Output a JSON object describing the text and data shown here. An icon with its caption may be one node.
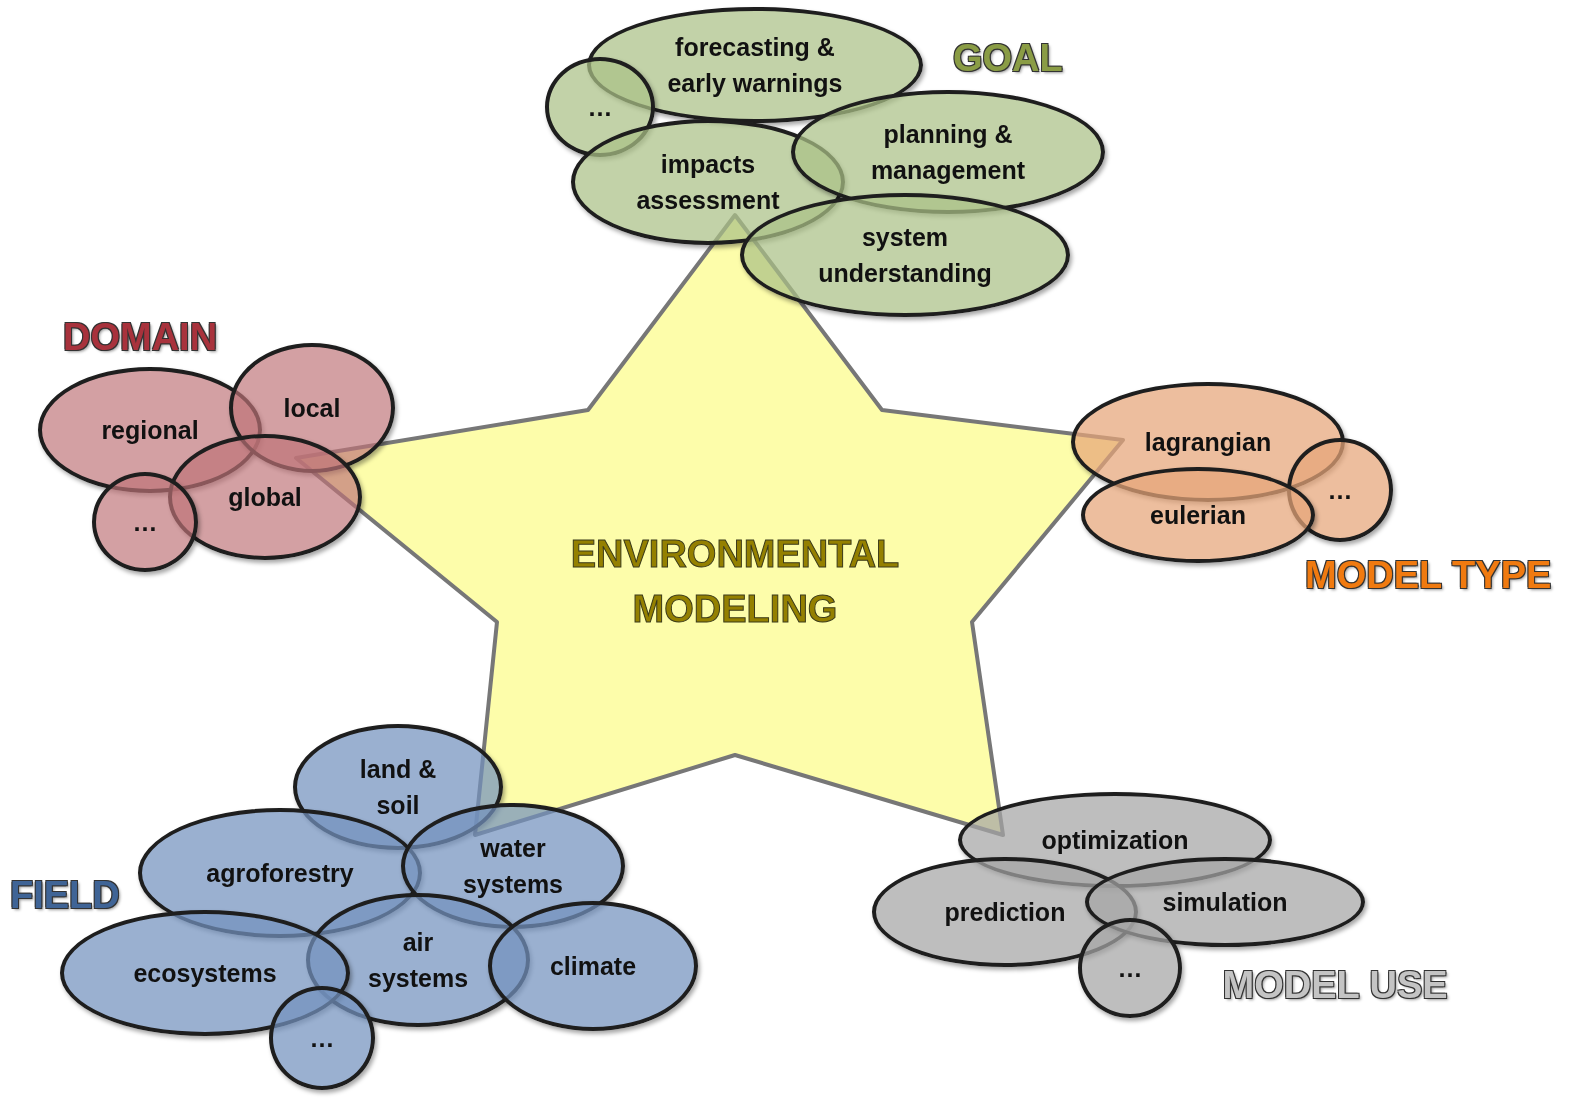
{
  "diagram": {
    "nodes": [
      {
        "text": [
          "ENVIRONMENTAL MODELING"
        ]
      },
      {
        "text": [
          "forecasting & early warnings"
        ]
      },
      {
        "text": [
          "…"
        ]
      },
      {
        "text": [
          "impacts assessment"
        ]
      },
      {
        "text": [
          "planning & management"
        ]
      },
      {
        "text": [
          "system understanding"
        ]
      },
      {
        "text": [
          "regional"
        ]
      },
      {
        "text": [
          "local"
        ]
      },
      {
        "text": [
          "global"
        ]
      },
      {
        "text": [
          "…"
        ]
      },
      {
        "text": [
          "lagrangian"
        ]
      },
      {
        "text": [
          "…"
        ]
      },
      {
        "text": [
          "eulerian"
        ]
      },
      {
        "text": [
          "land & soil"
        ]
      },
      {
        "text": [
          "agroforestry"
        ]
      },
      {
        "text": [
          "water systems"
        ]
      },
      {
        "text": [
          "optimization"
        ]
      },
      {
        "text": [
          "air systems"
        ]
      },
      {
        "text": [
          "climate"
        ]
      },
      {
        "text": [
          "ecosystems"
        ]
      },
      {
        "text": [
          "prediction"
        ]
      },
      {
        "text": [
          "simulation"
        ]
      },
      {
        "text": [
          "…"
        ]
      },
      {
        "text": [
          "…"
        ]
      }
    ],
    "labels": [
      "GOAL",
      "DOMAIN",
      "MODEL TYPE",
      "FIELD",
      "MODEL USE"
    ]
  }
}
